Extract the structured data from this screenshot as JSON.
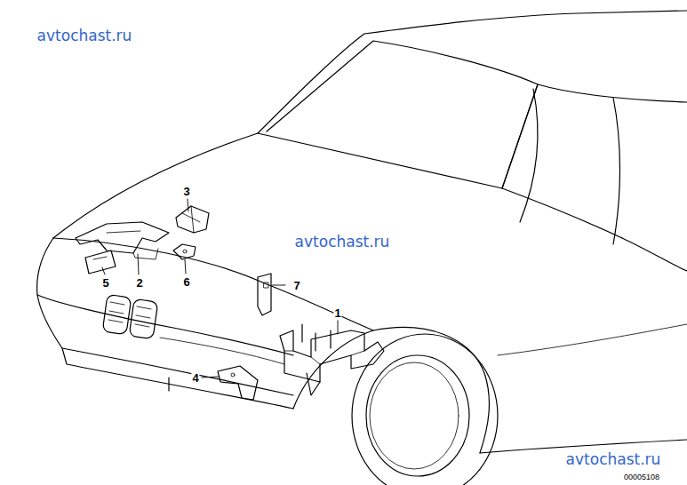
{
  "diagram": {
    "labels": [
      "avtochast.ru",
      "3",
      "avtochast.ru",
      "5",
      "2",
      "6",
      "7",
      "1",
      "4",
      "avtochast.ru",
      "00005108"
    ]
  }
}
